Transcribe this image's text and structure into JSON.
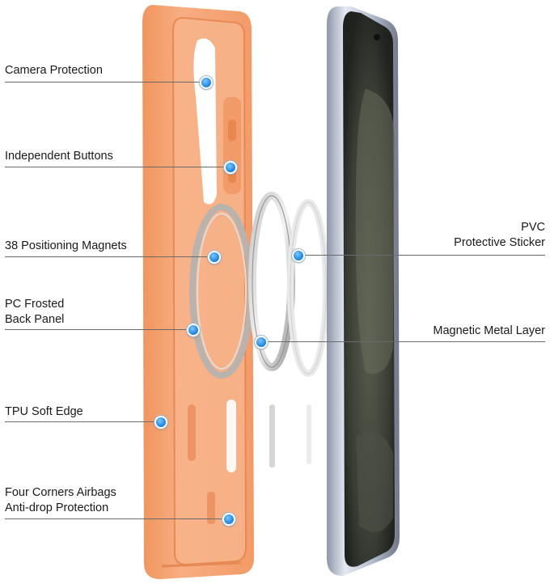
{
  "callouts": {
    "camera_protection": "Camera Protection",
    "independent_buttons": "Independent Buttons",
    "positioning_magnets": "38 Positioning Magnets",
    "pc_frosted_line1": "PC Frosted",
    "pc_frosted_line2": "Back Panel",
    "tpu_soft_edge": "TPU Soft Edge",
    "four_corners_line1": "Four Corners Airbags",
    "four_corners_line2": "Anti-drop Protection",
    "pvc_line1": "PVC",
    "pvc_line2": "Protective Sticker",
    "magnetic_metal_layer": "Magnetic Metal Layer"
  },
  "colors": {
    "case_orange": "#f6a77a",
    "case_orange_dark": "#ee9462",
    "leader_line": "#6a6a6a",
    "dot_blue": "#2b8fe6",
    "phone_frame": "#c9d2e4",
    "phone_screen": "#2f332c"
  }
}
